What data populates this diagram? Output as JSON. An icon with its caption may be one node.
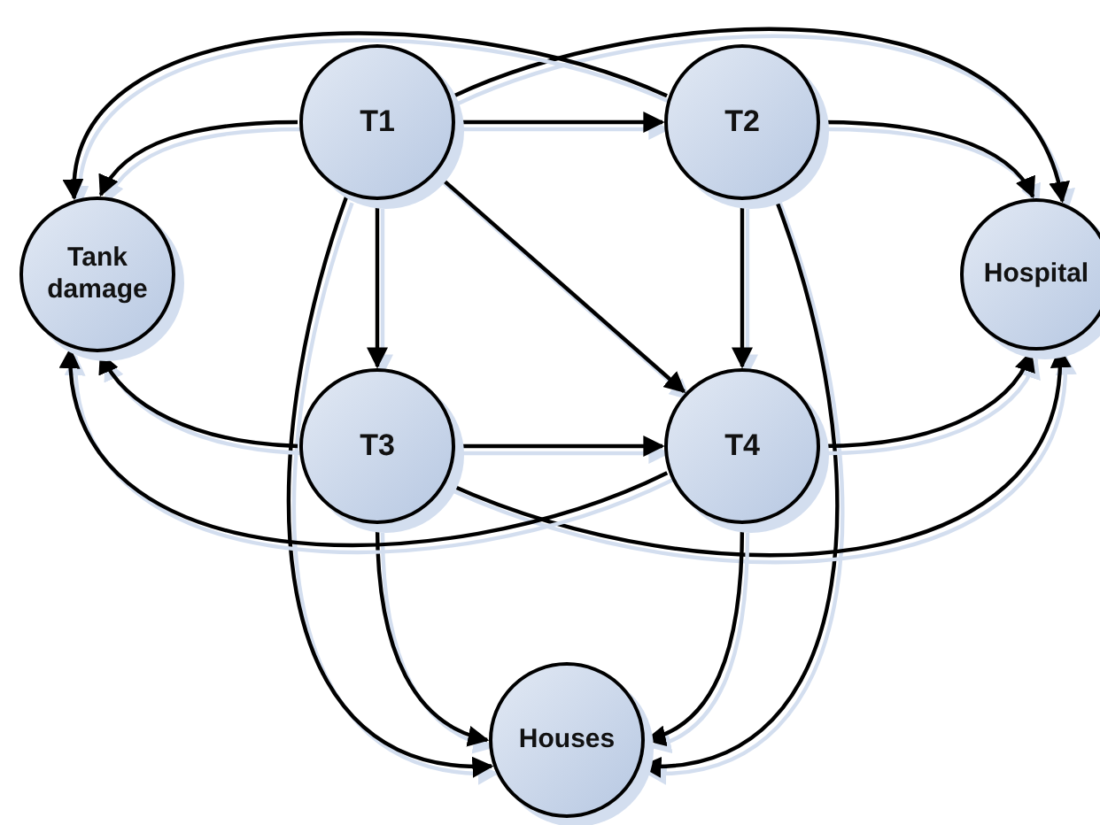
{
  "diagram": {
    "nodes": [
      {
        "text": [
          "T1"
        ]
      },
      {
        "text": [
          "T2"
        ]
      },
      {
        "text": [
          "Tank damage"
        ]
      },
      {
        "text": [
          "Hospital"
        ]
      },
      {
        "text": [
          "T3"
        ]
      },
      {
        "text": [
          "T4"
        ]
      },
      {
        "text": [
          "Houses"
        ]
      }
    ],
    "edges": [
      {
        "from": 0,
        "to": 1,
        "arrow": "to"
      },
      {
        "from": 0,
        "to": 2,
        "arrow": "to"
      },
      {
        "from": 0,
        "to": 4,
        "arrow": "to"
      },
      {
        "from": 0,
        "to": 5,
        "arrow": "to"
      },
      {
        "from": 0,
        "to": 6,
        "arrow": "to"
      },
      {
        "from": 0,
        "to": 3,
        "arrow": "to"
      },
      {
        "from": 1,
        "to": 2,
        "arrow": "to"
      },
      {
        "from": 1,
        "to": 3,
        "arrow": "to"
      },
      {
        "from": 1,
        "to": 5,
        "arrow": "to"
      },
      {
        "from": 1,
        "to": 6,
        "arrow": "to"
      },
      {
        "from": 4,
        "to": 2,
        "arrow": "to"
      },
      {
        "from": 4,
        "to": 5,
        "arrow": "to"
      },
      {
        "from": 4,
        "to": 6,
        "arrow": "to"
      },
      {
        "from": 4,
        "to": 3,
        "arrow": "to"
      },
      {
        "from": 5,
        "to": 3,
        "arrow": "to"
      },
      {
        "from": 5,
        "to": 2,
        "arrow": "to"
      },
      {
        "from": 5,
        "to": 6,
        "arrow": "to"
      }
    ]
  }
}
